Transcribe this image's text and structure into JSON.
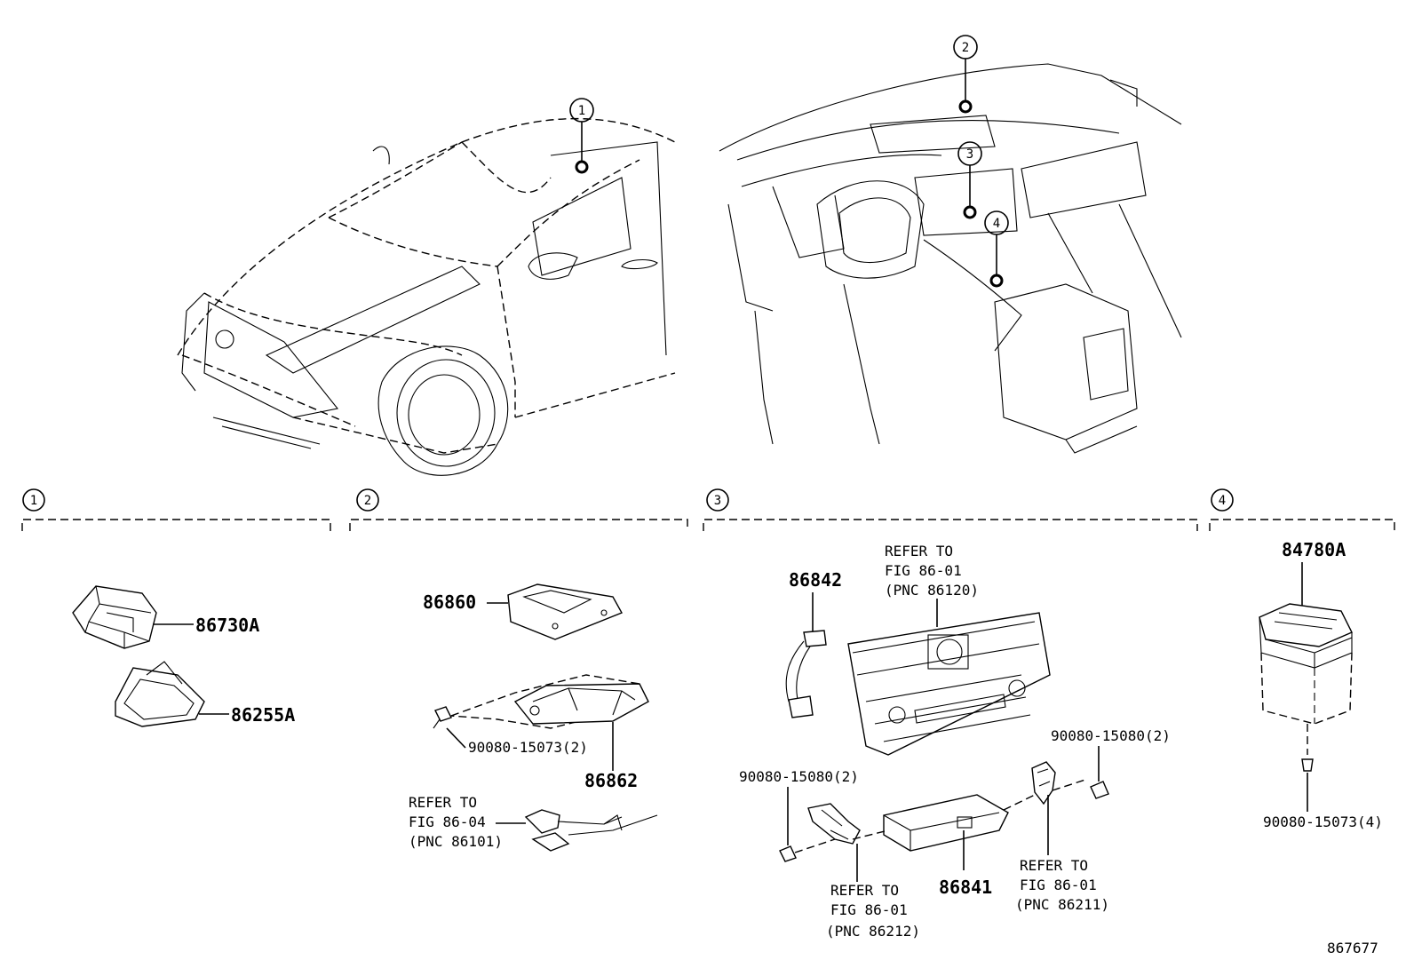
{
  "diagram_id": "867677",
  "locator_markers": [
    "1",
    "2",
    "3",
    "4"
  ],
  "sections": [
    {
      "marker": "1",
      "parts": [
        {
          "part_no": "86730A"
        },
        {
          "part_no": "86255A"
        }
      ]
    },
    {
      "marker": "2",
      "parts": [
        {
          "part_no": "86860"
        },
        {
          "part_no": "90080-15073(2)"
        },
        {
          "part_no": "86862"
        }
      ],
      "references": [
        {
          "lines": [
            "REFER TO",
            "FIG 86-04",
            "(PNC 86101)"
          ]
        }
      ]
    },
    {
      "marker": "3",
      "parts": [
        {
          "part_no": "86842"
        },
        {
          "part_no": "90080-15080(2)"
        },
        {
          "part_no": "90080-15080(2)"
        },
        {
          "part_no": "86841"
        }
      ],
      "references": [
        {
          "lines": [
            "REFER TO",
            "FIG 86-01",
            "(PNC 86120)"
          ]
        },
        {
          "lines": [
            "REFER TO",
            "FIG 86-01",
            "(PNC 86212)"
          ]
        },
        {
          "lines": [
            "REFER TO",
            "FIG 86-01",
            "(PNC 86211)"
          ]
        }
      ]
    },
    {
      "marker": "4",
      "parts": [
        {
          "part_no": "84780A"
        },
        {
          "part_no": "90080-15073(4)"
        }
      ]
    }
  ]
}
